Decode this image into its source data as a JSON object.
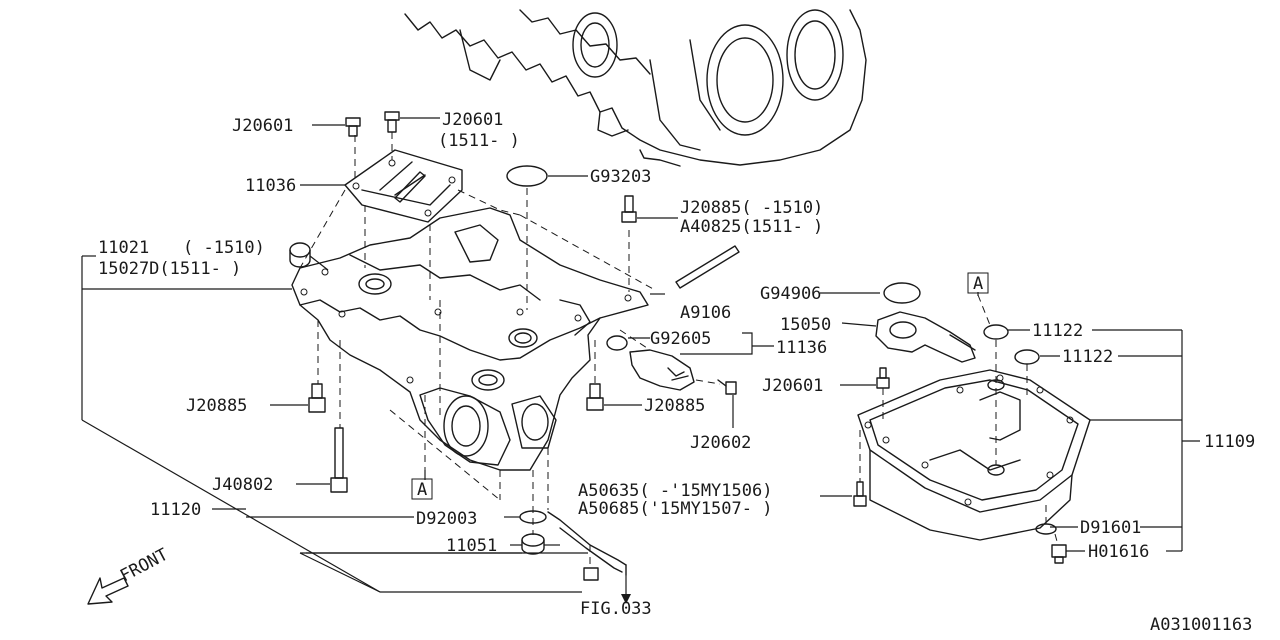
{
  "labels": {
    "j20601_a": "J20601",
    "j20601_b": "J20601",
    "j20601_b_note": "(1511- )",
    "p11036": "11036",
    "g93203": "G93203",
    "j20885_top": "J20885( -1510)",
    "a40825": "A40825(1511- )",
    "p11021": "11021",
    "p11021_note": "( -1510)",
    "p15027d": "15027D(1511- )",
    "a9106": "A9106",
    "g94906": "G94906",
    "p15050": "15050",
    "g92605": "G92605",
    "p11136": "11136",
    "p11122_a": "11122",
    "p11122_b": "11122",
    "j20601_c": "J20601",
    "j20885_left": "J20885",
    "j20885_right": "J20885",
    "j20602": "J20602",
    "p11109": "11109",
    "j40802": "J40802",
    "a50635": "A50635( -'15MY1506)",
    "a50685": "A50685('15MY1507- )",
    "p11120": "11120",
    "d92003": "D92003",
    "d91601": "D91601",
    "h01616": "H01616",
    "p11051": "11051",
    "fig033": "FIG.033",
    "front": "FRONT",
    "ref_a_left": "A",
    "ref_a_right": "A",
    "diagram_id": "A031001163"
  }
}
